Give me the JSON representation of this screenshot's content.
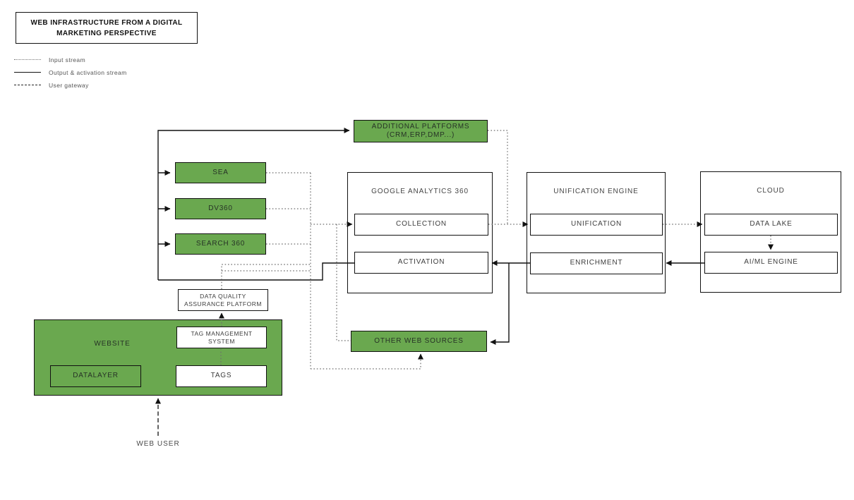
{
  "title_box": {
    "text": "WEB INFRASTRUCTURE FROM A DIGITAL MARKETING PERSPECTIVE"
  },
  "legend": {
    "items": [
      {
        "style": "dotted",
        "label": "Input stream"
      },
      {
        "style": "solid",
        "label": "Output & activation stream"
      },
      {
        "style": "dashed",
        "label": "User gateway"
      }
    ]
  },
  "colors": {
    "node_green": "#6aa84f",
    "border": "#111111",
    "input_stream": "#6e6e6e",
    "output_stream": "#111111",
    "user_gateway": "#222222"
  },
  "nodes": {
    "additional_platforms": {
      "line1": "ADDITIONAL PLATFORMS",
      "line2": "(CRM,ERP,DMP...)"
    },
    "sea": {
      "label": "SEA"
    },
    "dv360": {
      "label": "DV360"
    },
    "search360": {
      "label": "SEARCH 360"
    },
    "ga360": {
      "title": "GOOGLE ANALYTICS 360",
      "collection": "COLLECTION",
      "activation": "ACTIVATION"
    },
    "unification_engine": {
      "title": "UNIFICATION ENGINE",
      "unification": "UNIFICATION",
      "enrichment": "ENRICHMENT"
    },
    "cloud": {
      "title": "CLOUD",
      "data_lake": "DATA LAKE",
      "aiml_engine": "AI/ML ENGINE"
    },
    "dqap": {
      "line1": "DATA QUALITY",
      "line2": "ASSURANCE PLATFORM"
    },
    "website": {
      "title": "WEBSITE",
      "tag_management": {
        "line1": "TAG MANAGEMENT",
        "line2": "SYSTEM"
      },
      "datalayer": "DATALAYER",
      "tags": "TAGS"
    },
    "other_web_sources": {
      "label": "OTHER WEB SOURCES"
    },
    "web_user": {
      "label": "WEB USER"
    }
  },
  "edges": [
    {
      "from": "ACTIVATION",
      "to": "ADDITIONAL PLATFORMS",
      "stream": "output"
    },
    {
      "from": "ACTIVATION",
      "to": "SEA",
      "stream": "output"
    },
    {
      "from": "ACTIVATION",
      "to": "DV360",
      "stream": "output"
    },
    {
      "from": "ACTIVATION",
      "to": "SEARCH 360",
      "stream": "output"
    },
    {
      "from": "SEA",
      "to": "COLLECTION",
      "stream": "input"
    },
    {
      "from": "DV360",
      "to": "COLLECTION",
      "stream": "input"
    },
    {
      "from": "SEARCH 360",
      "to": "COLLECTION",
      "stream": "input"
    },
    {
      "from": "TAGS",
      "to": "TAG MANAGEMENT SYSTEM",
      "stream": "input"
    },
    {
      "from": "TAG MANAGEMENT SYSTEM",
      "to": "DATA QUALITY ASSURANCE PLATFORM",
      "stream": "input"
    },
    {
      "from": "DATA QUALITY ASSURANCE PLATFORM",
      "to": "COLLECTION",
      "stream": "input"
    },
    {
      "from": "OTHER WEB SOURCES",
      "to": "COLLECTION",
      "stream": "input"
    },
    {
      "from": "COLLECTION",
      "to": "UNIFICATION",
      "stream": "input"
    },
    {
      "from": "ADDITIONAL PLATFORMS",
      "to": "UNIFICATION",
      "stream": "input"
    },
    {
      "from": "UNIFICATION",
      "to": "DATA LAKE",
      "stream": "input"
    },
    {
      "from": "DATA LAKE",
      "to": "AI/ML ENGINE",
      "stream": "input"
    },
    {
      "from": "AI/ML ENGINE",
      "to": "ENRICHMENT",
      "stream": "output"
    },
    {
      "from": "ENRICHMENT",
      "to": "ACTIVATION",
      "stream": "output"
    },
    {
      "from": "ENRICHMENT",
      "to": "OTHER WEB SOURCES",
      "stream": "output"
    },
    {
      "from": "WEB USER",
      "to": "WEBSITE",
      "stream": "user_gateway"
    }
  ]
}
